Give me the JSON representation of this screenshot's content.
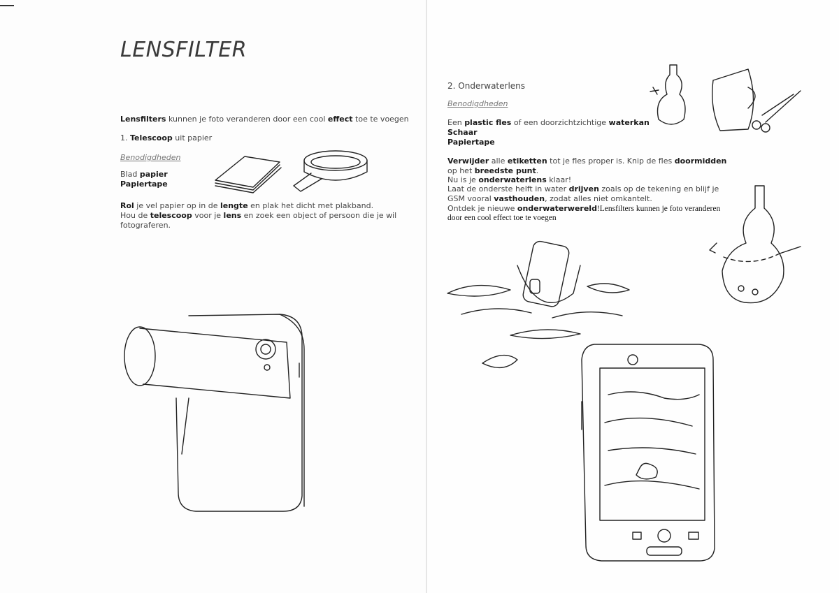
{
  "left": {
    "title": "LENSFILTER",
    "intro": [
      {
        "t": "Lensfilters",
        "b": 1
      },
      {
        "t": " kunnen je foto veranderen door een cool ",
        "b": 0
      },
      {
        "t": "effect",
        "b": 1
      },
      {
        "t": " toe te voegen",
        "b": 0
      }
    ],
    "step1": [
      {
        "t": "1. ",
        "b": 0
      },
      {
        "t": "Telescoop",
        "b": 1
      },
      {
        "t": " uit papier",
        "b": 0
      }
    ],
    "supplies_heading": "Benodigdheden",
    "supplies": [
      [
        {
          "t": "Blad ",
          "b": 0
        },
        {
          "t": "papier",
          "b": 1
        }
      ],
      [
        {
          "t": "Papiertape",
          "b": 1
        }
      ]
    ],
    "instructions": [
      [
        {
          "t": "Rol",
          "b": 1
        },
        {
          "t": " je vel papier op in de ",
          "b": 0
        },
        {
          "t": "lengte",
          "b": 1
        },
        {
          "t": " en plak het dicht met plakband.",
          "b": 0
        }
      ],
      [
        {
          "t": "Hou de ",
          "b": 0
        },
        {
          "t": "telescoop",
          "b": 1
        },
        {
          "t": " voor je ",
          "b": 0
        },
        {
          "t": "lens",
          "b": 1
        },
        {
          "t": " en zoek een object of persoon die je wil",
          "b": 0
        }
      ],
      [
        {
          "t": "fotograferen.",
          "b": 0
        }
      ]
    ]
  },
  "right": {
    "step2": "2. Onderwaterlens",
    "supplies_heading": "Benodigdheden",
    "supplies": [
      [
        {
          "t": "Een ",
          "b": 0
        },
        {
          "t": "plastic fles",
          "b": 1
        },
        {
          "t": " of een doorzichtzichtige ",
          "b": 0
        },
        {
          "t": "waterkan",
          "b": 1
        }
      ],
      [
        {
          "t": "Schaar",
          "b": 1
        }
      ],
      [
        {
          "t": "Papiertape",
          "b": 1
        }
      ]
    ],
    "instructions": [
      [
        {
          "t": "Verwijder",
          "b": 1
        },
        {
          "t": " alle ",
          "b": 0
        },
        {
          "t": "etiketten",
          "b": 1
        },
        {
          "t": " tot je fles proper is. Knip de fles ",
          "b": 0
        },
        {
          "t": "doormidden",
          "b": 1
        }
      ],
      [
        {
          "t": "op het ",
          "b": 0
        },
        {
          "t": "breedste punt",
          "b": 1
        },
        {
          "t": ".",
          "b": 0
        }
      ],
      [
        {
          "t": "Nu is je ",
          "b": 0
        },
        {
          "t": "onderwaterlens",
          "b": 1
        },
        {
          "t": " klaar!",
          "b": 0
        }
      ],
      [
        {
          "t": "Laat de onderste helft in water ",
          "b": 0
        },
        {
          "t": "drijven",
          "b": 1
        },
        {
          "t": " zoals op de tekening en blijf je",
          "b": 0
        }
      ],
      [
        {
          "t": "GSM vooral ",
          "b": 0
        },
        {
          "t": "vasthouden",
          "b": 1
        },
        {
          "t": ", zodat alles niet omkantelt.",
          "b": 0
        }
      ],
      [
        {
          "t": "Ontdek je nieuwe ",
          "b": 0
        },
        {
          "t": "onderwaterwereld",
          "b": 1
        },
        {
          "t": "!Lensfilters kunnen je foto veranderen",
          "b": 2
        }
      ],
      [
        {
          "t": "door een cool effect toe te voegen",
          "b": 2
        }
      ]
    ]
  }
}
